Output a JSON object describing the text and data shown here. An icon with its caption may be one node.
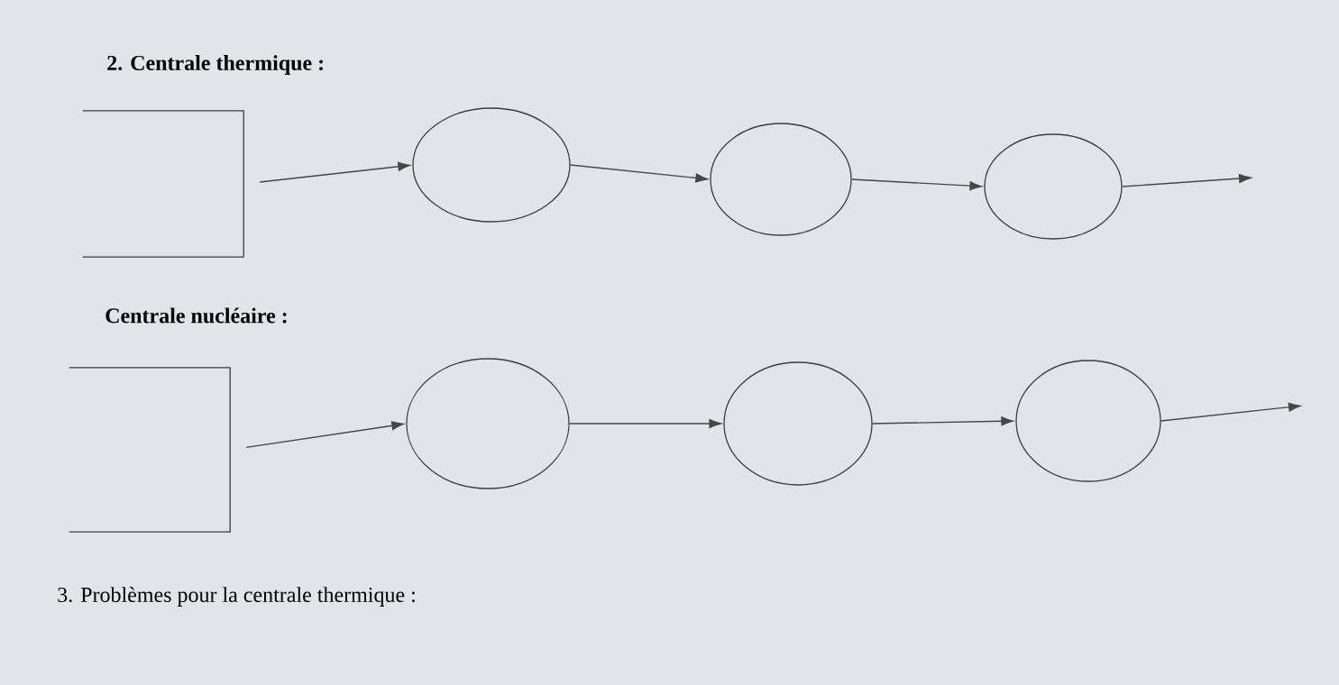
{
  "diagram": {
    "nodes": [
      {
        "text": [],
        "shape": "box"
      },
      {
        "text": [],
        "shape": "circle"
      },
      {
        "text": [],
        "shape": "circle"
      },
      {
        "text": [],
        "shape": "circle"
      },
      {
        "text": [],
        "shape": "box"
      },
      {
        "text": [],
        "shape": "circle"
      },
      {
        "text": [],
        "shape": "circle"
      },
      {
        "text": [],
        "shape": "circle"
      }
    ],
    "edges": [
      {
        "from": 0,
        "to": 1,
        "arrow": "to"
      },
      {
        "from": 1,
        "to": 2,
        "arrow": "to"
      },
      {
        "from": 2,
        "to": 3,
        "arrow": "to"
      },
      {
        "from": 3,
        "to": null,
        "arrow": "to"
      },
      {
        "from": 4,
        "to": 5,
        "arrow": "to"
      },
      {
        "from": 5,
        "to": 6,
        "arrow": "to"
      },
      {
        "from": 6,
        "to": 7,
        "arrow": "to"
      },
      {
        "from": 7,
        "to": null,
        "arrow": "to"
      }
    ],
    "labels": [
      "2. Centrale thermique :",
      "Centrale nucléaire :",
      "3. Problèmes pour la centrale thermique :"
    ]
  }
}
